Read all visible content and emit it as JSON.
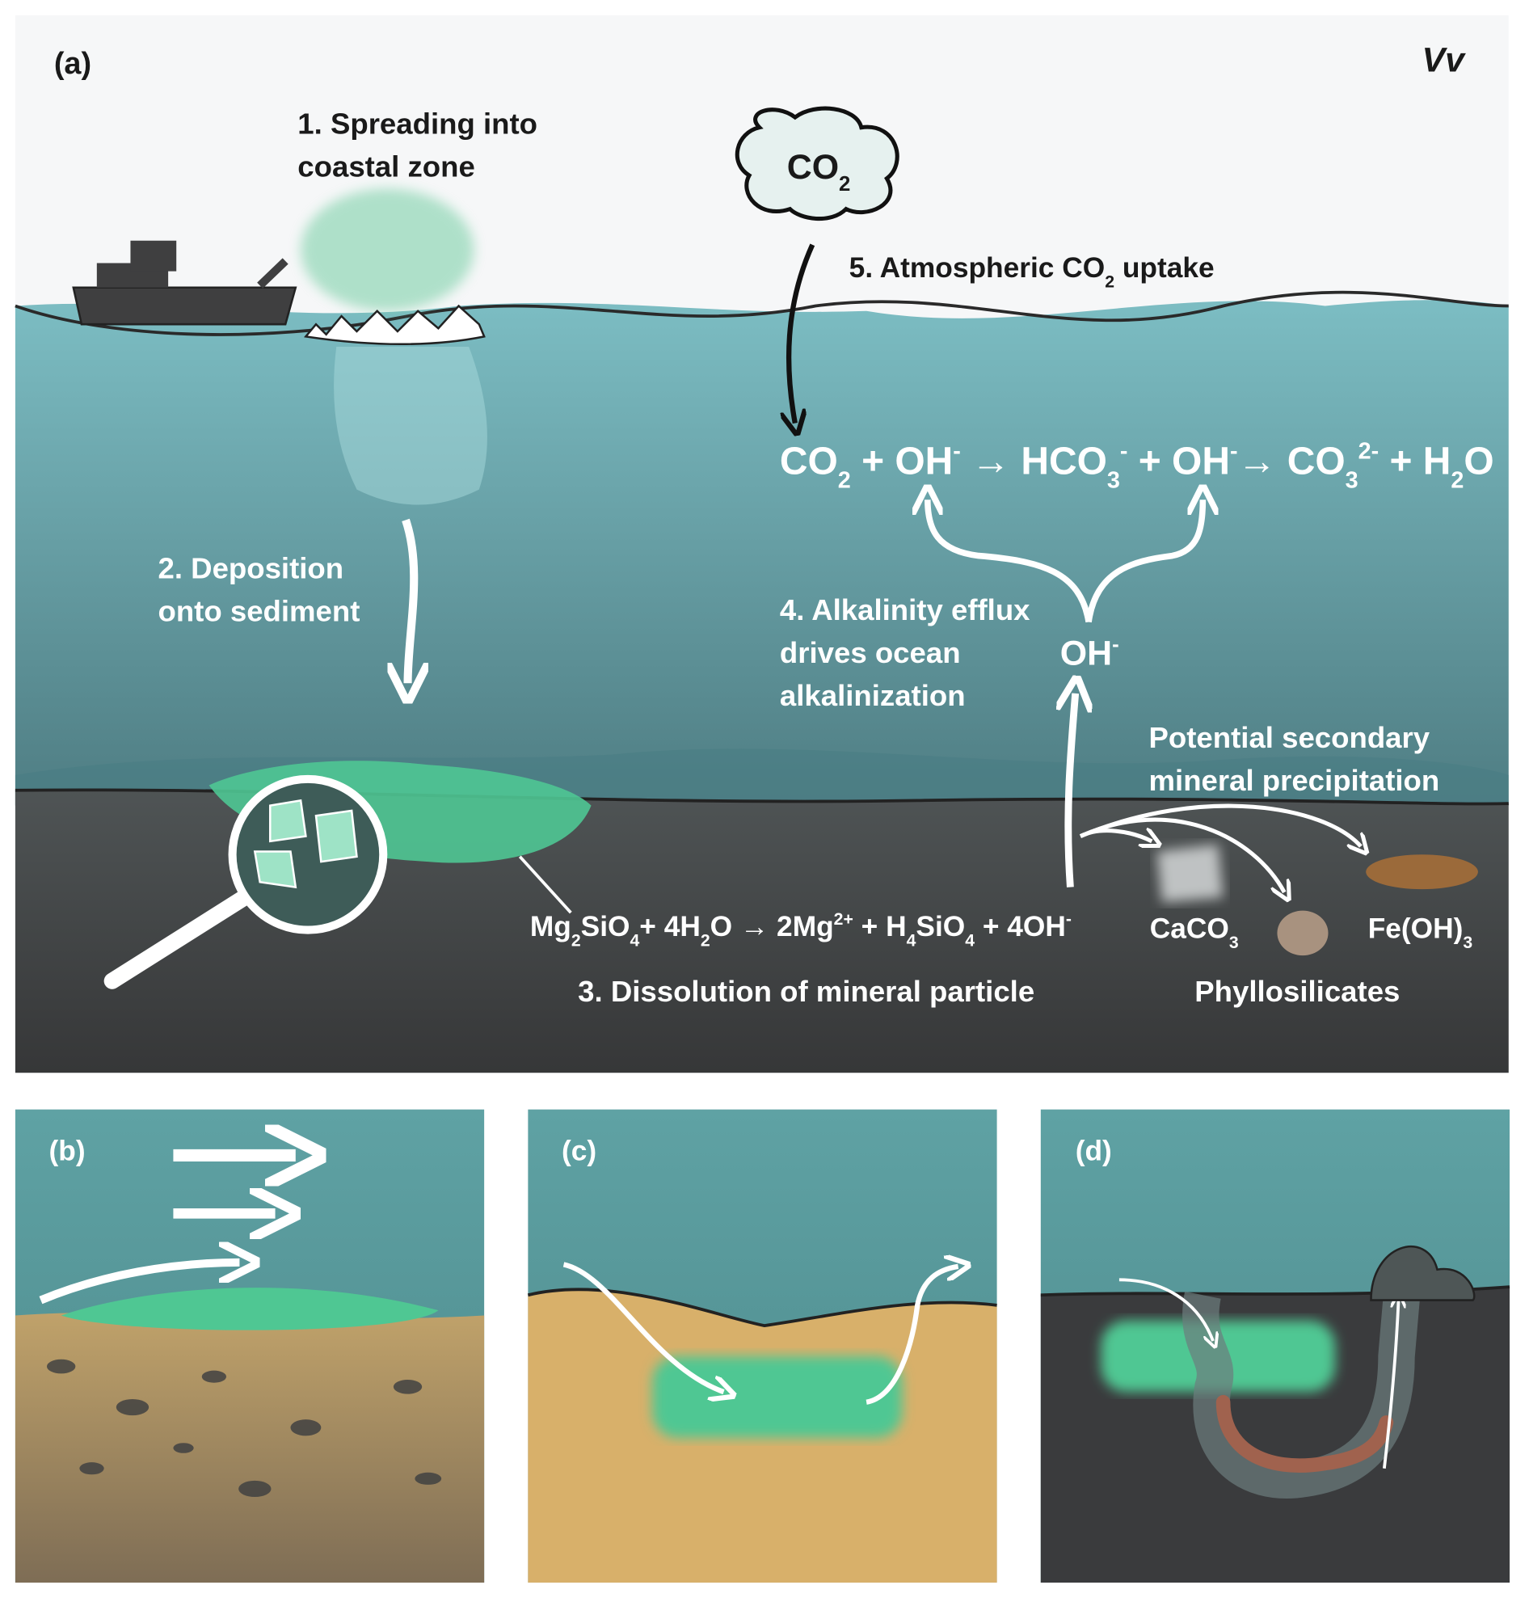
{
  "panel_a": {
    "label": "(a)",
    "logo": "Vv",
    "step1": [
      "1. Spreading into",
      "coastal zone"
    ],
    "co2_cloud": [
      [
        "CO",
        ""
      ],
      [
        "2",
        "sub"
      ]
    ],
    "step5": [
      [
        "5. Atmospheric CO",
        ""
      ],
      [
        "2",
        "sub"
      ],
      [
        " uptake",
        ""
      ]
    ],
    "eq_carbonate": [
      [
        "CO",
        ""
      ],
      [
        "2",
        "sub"
      ],
      [
        " + OH",
        ""
      ],
      [
        "-",
        "sup"
      ],
      [
        " → HCO",
        ""
      ],
      [
        "3",
        "sub"
      ],
      [
        "-",
        "sup"
      ],
      [
        " + OH",
        ""
      ],
      [
        "-",
        "sup"
      ],
      [
        "→ CO",
        ""
      ],
      [
        "3",
        "sub"
      ],
      [
        "2-",
        "sup"
      ],
      [
        " + H",
        ""
      ],
      [
        "2",
        "sub"
      ],
      [
        "O",
        ""
      ]
    ],
    "step2": [
      "2. Deposition",
      "onto sediment"
    ],
    "step4": [
      "4. Alkalinity efflux",
      "drives ocean",
      "alkalinization"
    ],
    "oh": [
      [
        "OH",
        ""
      ],
      [
        "-",
        "sup"
      ]
    ],
    "secondary": [
      "Potential secondary",
      "mineral precipitation"
    ],
    "eq_dissolution": [
      [
        "Mg",
        ""
      ],
      [
        "2",
        "sub"
      ],
      [
        "SiO",
        ""
      ],
      [
        "4",
        "sub"
      ],
      [
        "+ 4H",
        ""
      ],
      [
        "2",
        "sub"
      ],
      [
        "O → 2Mg",
        ""
      ],
      [
        "2+",
        "sup"
      ],
      [
        " + H",
        ""
      ],
      [
        "4",
        "sub"
      ],
      [
        "SiO",
        ""
      ],
      [
        "4",
        "sub"
      ],
      [
        " + 4OH",
        ""
      ],
      [
        "-",
        "sup"
      ]
    ],
    "caco3": [
      [
        "CaCO",
        ""
      ],
      [
        "3",
        "sub"
      ]
    ],
    "feoh3": [
      [
        "Fe(OH)",
        ""
      ],
      [
        "3",
        "sub"
      ]
    ],
    "step3": "3. Dissolution of mineral particle",
    "phyllo": "Phyllosilicates"
  },
  "panel_b": {
    "label": "(b)"
  },
  "panel_c": {
    "label": "(c)"
  },
  "panel_d": {
    "label": "(d)"
  },
  "colors": {
    "sky": "#f6f7f8",
    "water_top": "#7cbdc3",
    "water_bottom": "#4f7d83",
    "sediment": "#3c3d3f",
    "mineral": "#4fc793",
    "sand": "#d8b06a"
  }
}
